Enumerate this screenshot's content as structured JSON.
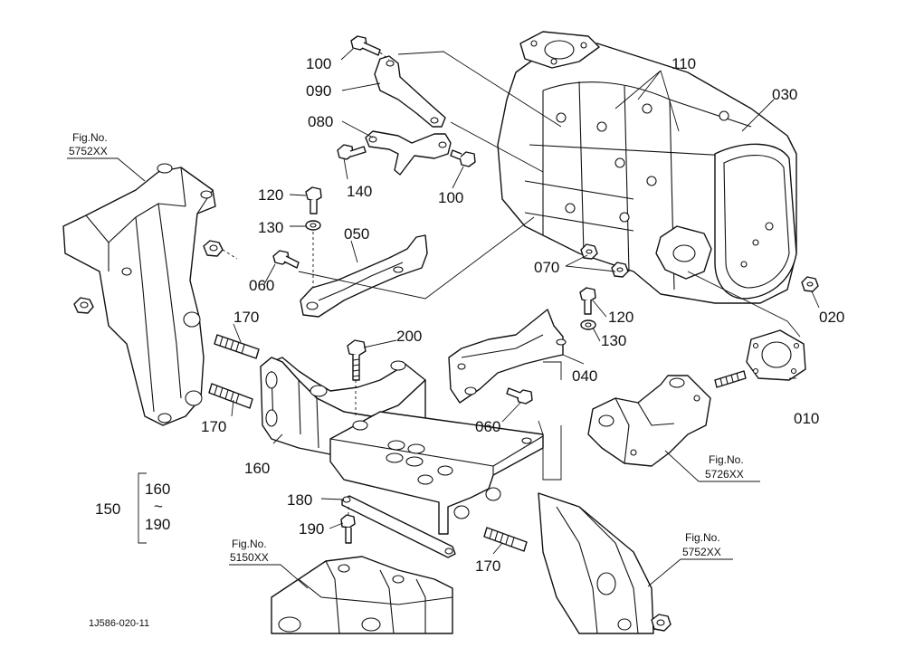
{
  "figure_code": "1J586-020-11",
  "callouts": [
    {
      "id": "c100a",
      "text": "100"
    },
    {
      "id": "c090",
      "text": "090"
    },
    {
      "id": "c080",
      "text": "080"
    },
    {
      "id": "c140",
      "text": "140"
    },
    {
      "id": "c100b",
      "text": "100"
    },
    {
      "id": "c110",
      "text": "110"
    },
    {
      "id": "c030",
      "text": "030"
    },
    {
      "id": "c120a",
      "text": "120"
    },
    {
      "id": "c130a",
      "text": "130"
    },
    {
      "id": "c050",
      "text": "050"
    },
    {
      "id": "c060a",
      "text": "060"
    },
    {
      "id": "c070",
      "text": "070"
    },
    {
      "id": "c020",
      "text": "020"
    },
    {
      "id": "c120b",
      "text": "120"
    },
    {
      "id": "c130b",
      "text": "130"
    },
    {
      "id": "c170a",
      "text": "170"
    },
    {
      "id": "c200",
      "text": "200"
    },
    {
      "id": "c040",
      "text": "040"
    },
    {
      "id": "c170b",
      "text": "170"
    },
    {
      "id": "c060b",
      "text": "060"
    },
    {
      "id": "c010",
      "text": "010"
    },
    {
      "id": "c160",
      "text": "160"
    },
    {
      "id": "c180",
      "text": "180"
    },
    {
      "id": "c190",
      "text": "190"
    },
    {
      "id": "c170c",
      "text": "170"
    }
  ],
  "group": {
    "label": "150",
    "from": "160",
    "tilde": "~",
    "to": "190"
  },
  "fig_refs": [
    {
      "id": "f1",
      "title": "Fig.No.",
      "number": "5752XX"
    },
    {
      "id": "f2",
      "title": "Fig.No.",
      "number": "5726XX"
    },
    {
      "id": "f3",
      "title": "Fig.No.",
      "number": "5150XX"
    },
    {
      "id": "f4",
      "title": "Fig.No.",
      "number": "5752XX"
    }
  ]
}
